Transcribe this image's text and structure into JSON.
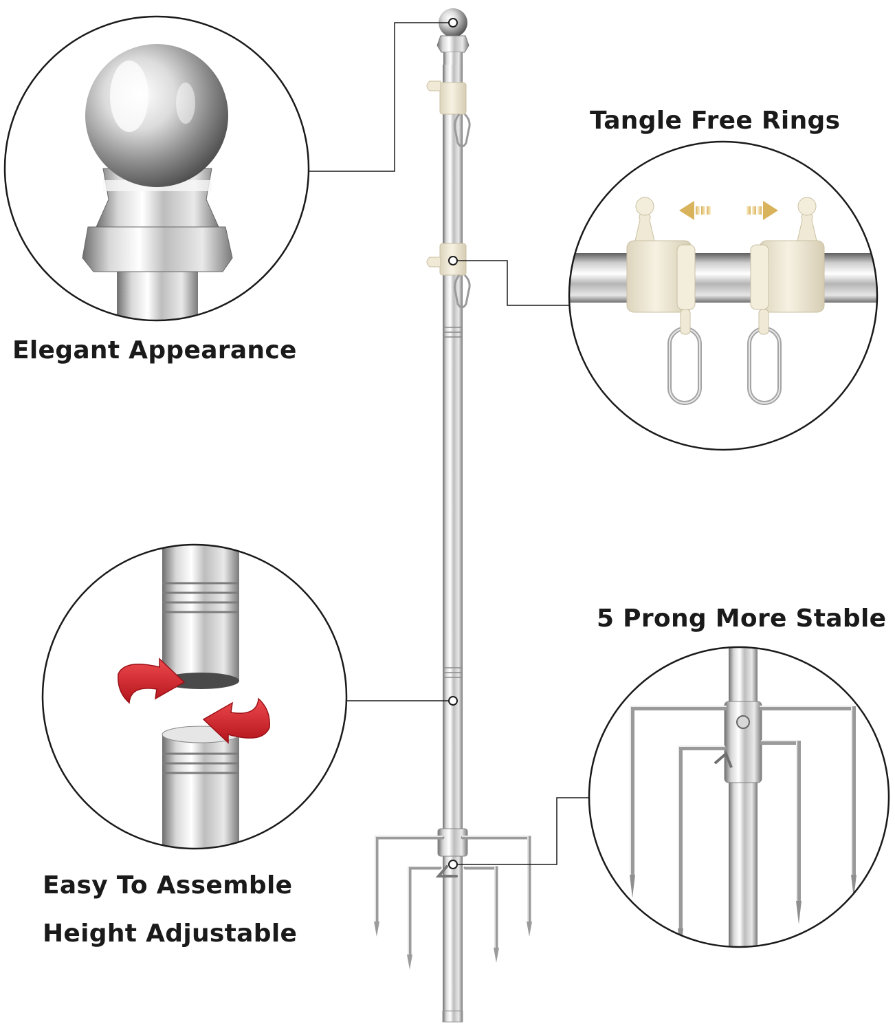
{
  "captions": {
    "elegant": "Elegant Appearance",
    "tangle": "Tangle Free Rings",
    "prong": "5 Prong More Stable",
    "assemble_line1": "Easy To Assemble",
    "assemble_line2": "Height Adjustable"
  },
  "colors": {
    "background": "#ffffff",
    "callout_border": "#1a1a1a",
    "chrome_light": "#f4f4f4",
    "chrome_mid": "#b9b9b9",
    "chrome_dark": "#6e6e6e",
    "ring_cream": "#efe9d6",
    "arrow_gold": "#e3c477",
    "rotate_red": "#d6242b"
  },
  "icons": {
    "rotate": "rotate-arrows-icon",
    "slide_left": "arrow-left-icon",
    "slide_right": "arrow-right-icon"
  }
}
